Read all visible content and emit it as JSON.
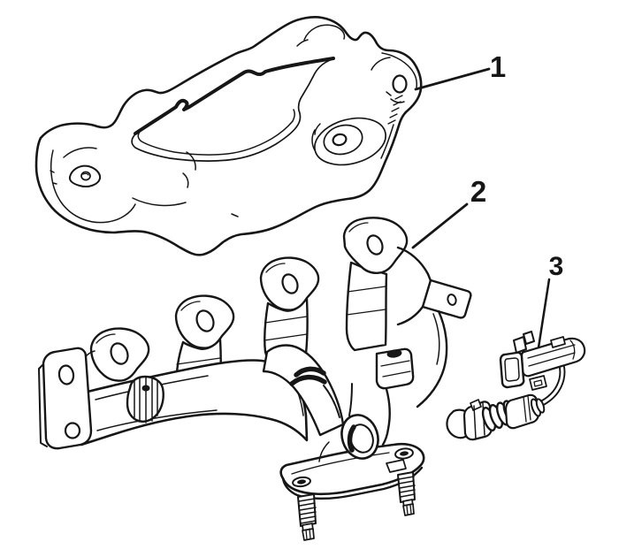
{
  "figure": {
    "kind": "exploded-parts-line-diagram",
    "background": "#ffffff",
    "ink": "#161616"
  },
  "callouts": [
    {
      "label": "1",
      "target": "exhaust-manifold-heat-shield"
    },
    {
      "label": "2",
      "target": "exhaust-manifold"
    },
    {
      "label": "3",
      "target": "oxygen-sensor"
    }
  ]
}
